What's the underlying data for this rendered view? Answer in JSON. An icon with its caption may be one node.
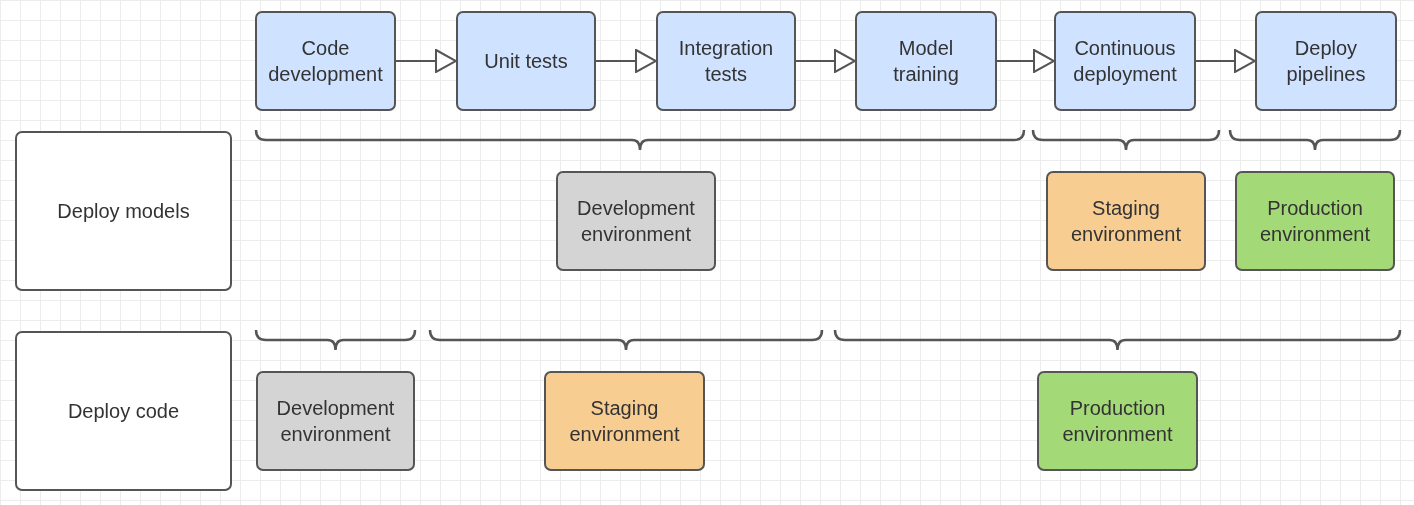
{
  "diagram": {
    "nodes": [
      {
        "text": [
          "Code development"
        ]
      },
      {
        "text": [
          "Unit tests"
        ]
      },
      {
        "text": [
          "Integration tests"
        ]
      },
      {
        "text": [
          "Model training"
        ]
      },
      {
        "text": [
          "Continuous deployment"
        ]
      },
      {
        "text": [
          "Deploy pipelines"
        ]
      },
      {
        "text": [
          "Deploy models"
        ]
      },
      {
        "text": [
          "Development environment"
        ]
      },
      {
        "text": [
          "Staging environment"
        ]
      },
      {
        "text": [
          "Production environment"
        ]
      },
      {
        "text": [
          "Deploy code"
        ]
      },
      {
        "text": [
          "Development environment"
        ]
      },
      {
        "text": [
          "Staging environment"
        ]
      },
      {
        "text": [
          "Production environment"
        ]
      }
    ],
    "edges": [
      {
        "from": 0,
        "to": 1,
        "arrow": "to"
      },
      {
        "from": 1,
        "to": 2,
        "arrow": "to"
      },
      {
        "from": 2,
        "to": 3,
        "arrow": "to"
      },
      {
        "from": 3,
        "to": 4,
        "arrow": "to"
      },
      {
        "from": 4,
        "to": 5,
        "arrow": "to"
      }
    ]
  }
}
